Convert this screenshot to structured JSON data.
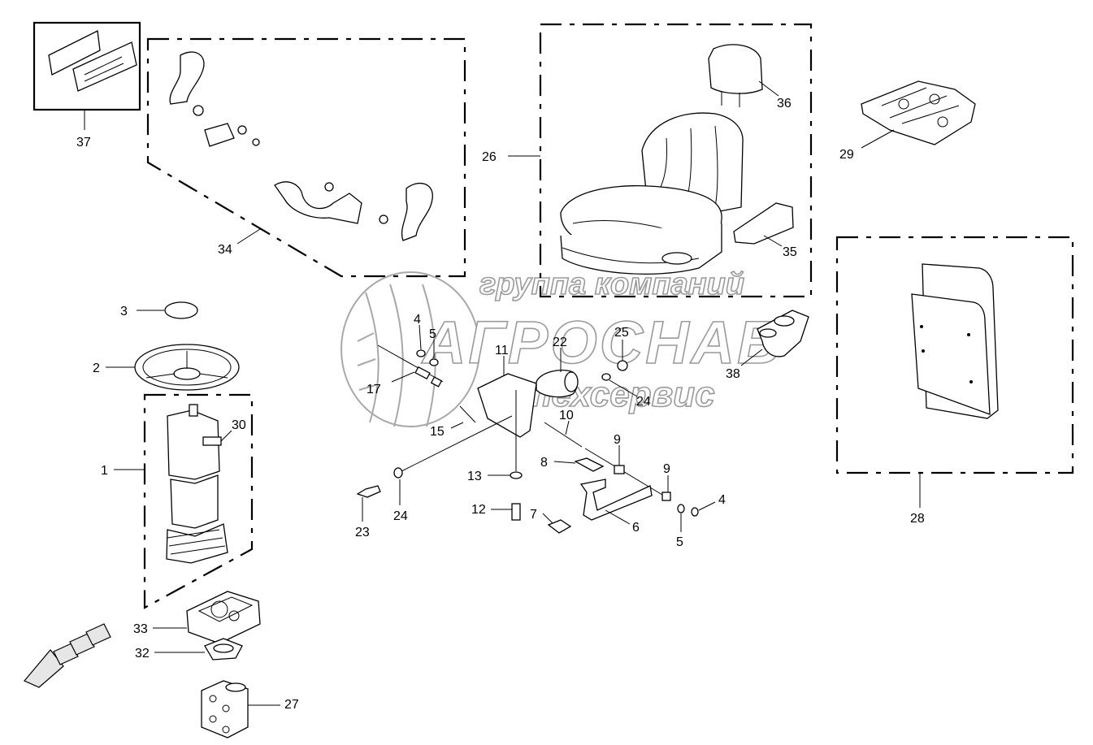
{
  "watermark": {
    "line1": "группа компаний",
    "line2": "АГРОСНАБ",
    "line3": "техсервис"
  },
  "callouts": {
    "c1": "1",
    "c2": "2",
    "c3": "3",
    "c4a": "4",
    "c4b": "4",
    "c5a": "5",
    "c5b": "5",
    "c6": "6",
    "c7": "7",
    "c8": "8",
    "c9a": "9",
    "c9b": "9",
    "c10": "10",
    "c11": "11",
    "c12": "12",
    "c13": "13",
    "c15": "15",
    "c17": "17",
    "c22": "22",
    "c23": "23",
    "c24a": "24",
    "c24b": "24",
    "c25": "25",
    "c26": "26",
    "c27": "27",
    "c28": "28",
    "c29": "29",
    "c30": "30",
    "c32": "32",
    "c33": "33",
    "c34": "34",
    "c35": "35",
    "c36": "36",
    "c37": "37",
    "c38": "38"
  },
  "icons": {
    "direction_arrow": "forward-arrow-icon"
  }
}
